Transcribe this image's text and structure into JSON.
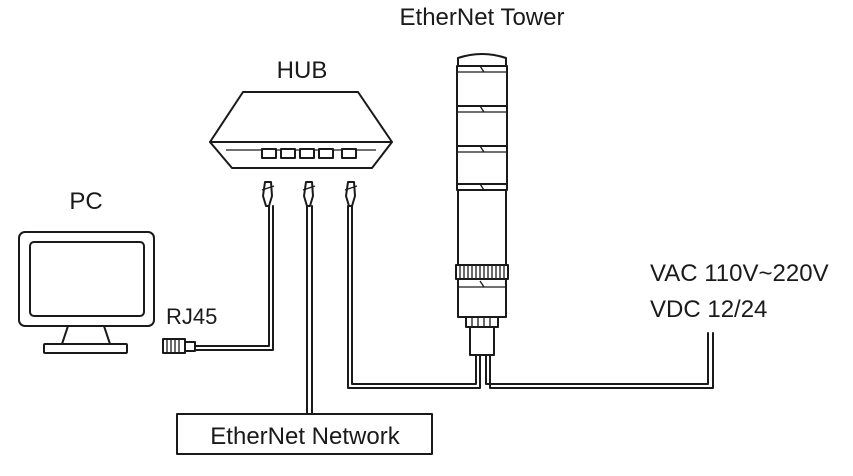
{
  "labels": {
    "tower": "EtherNet Tower",
    "hub": "HUB",
    "pc": "PC",
    "rj45": "RJ45",
    "power_line1": "VAC 110V~220V",
    "power_line2": "VDC 12/24",
    "network": "EtherNet Network"
  }
}
